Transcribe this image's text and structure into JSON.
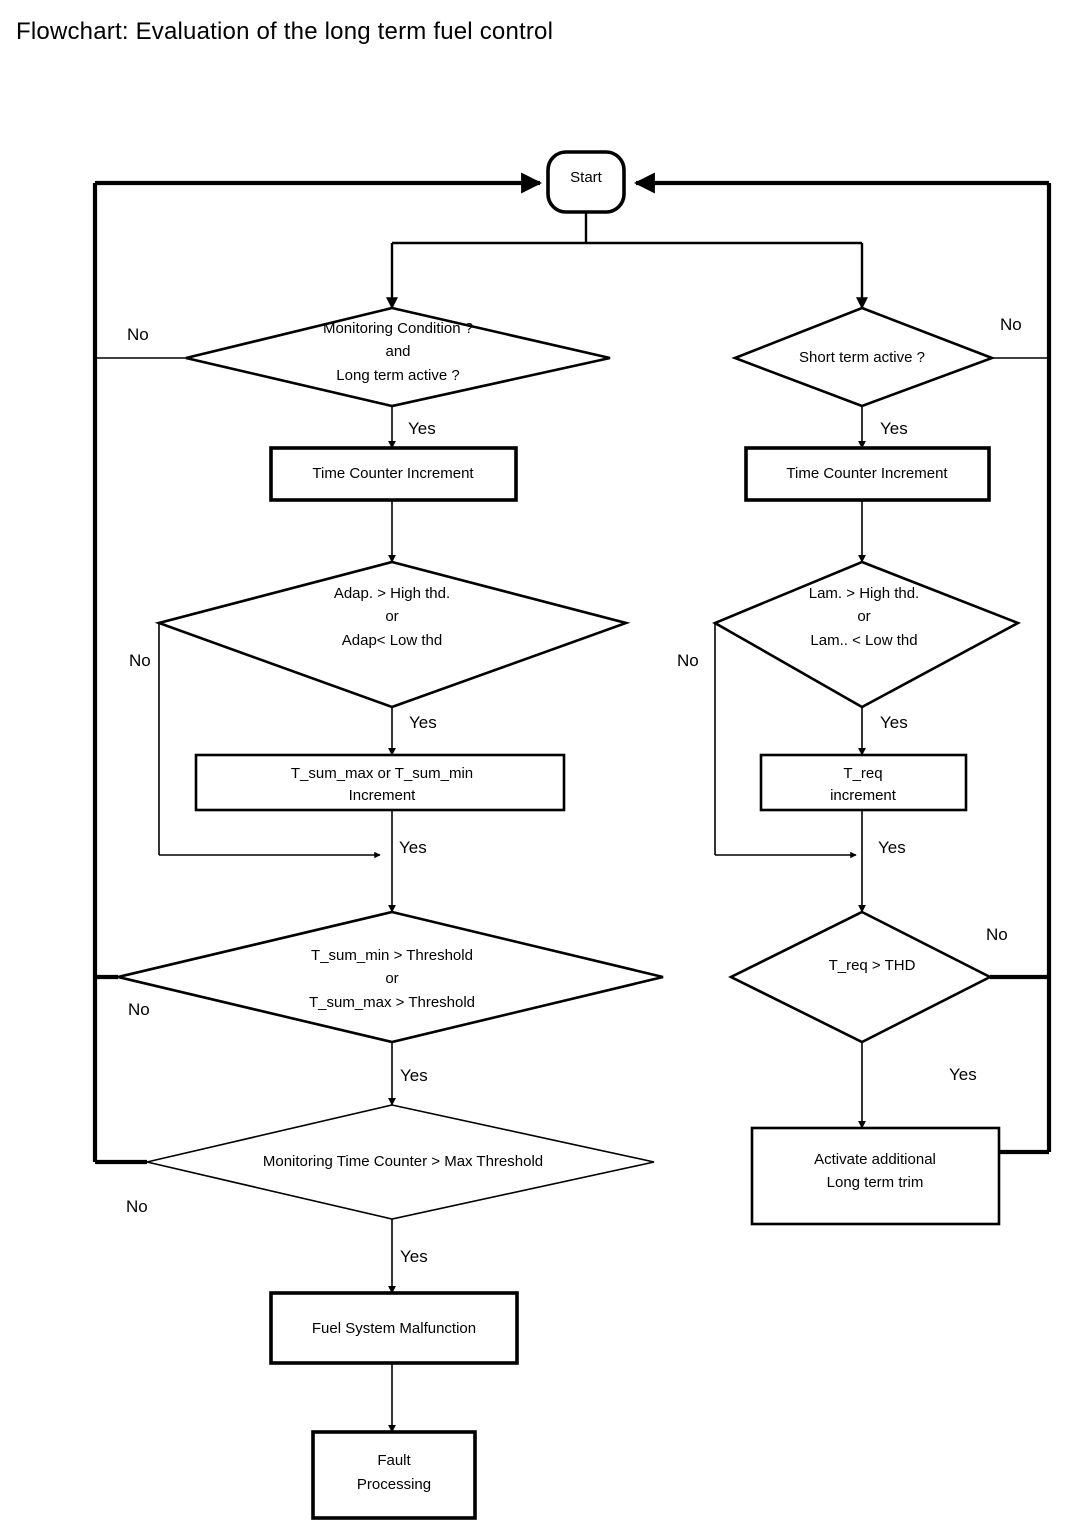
{
  "title": "Flowchart: Evaluation of the long term fuel control",
  "nodes": {
    "start": {
      "label": "Start",
      "shape": "terminator"
    },
    "left_cond": {
      "line1": "Monitoring  Condition ?",
      "line2": "and",
      "line3": "Long term active ?",
      "shape": "decision"
    },
    "right_cond": {
      "label": "Short term active ?",
      "shape": "decision"
    },
    "left_counter": {
      "label": "Time Counter Increment",
      "shape": "process"
    },
    "right_counter": {
      "label": "Time Counter Increment",
      "shape": "process"
    },
    "left_thd": {
      "line1": "Adap. > High thd.",
      "line2": "or",
      "line3": "Adap< Low thd",
      "shape": "decision"
    },
    "right_thd": {
      "line1": "Lam. > High thd.",
      "line2": "or",
      "line3": "Lam.. < Low thd",
      "shape": "decision"
    },
    "left_sum": {
      "line1": "T_sum_max or  T_sum_min",
      "line2": "Increment",
      "shape": "process"
    },
    "right_req": {
      "line1": "T_req",
      "line2": "increment",
      "shape": "process"
    },
    "left_threshold": {
      "line1": "T_sum_min > Threshold",
      "line2": "or",
      "line3": "T_sum_max > Threshold",
      "shape": "decision"
    },
    "right_threshold": {
      "label": "T_req > THD",
      "shape": "decision"
    },
    "monitoring_time": {
      "label": "Monitoring Time Counter > Max Threshold",
      "shape": "decision"
    },
    "activate_trim": {
      "line1": "Activate additional",
      "line2": "Long term trim",
      "shape": "process"
    },
    "fuel_malfunction": {
      "label": "Fuel System Malfunction",
      "shape": "process"
    },
    "fault_processing": {
      "line1": "Fault",
      "line2": "Processing",
      "shape": "process"
    }
  },
  "edge_labels": {
    "left_cond_no": "No",
    "left_cond_yes": "Yes",
    "right_cond_no": "No",
    "right_cond_yes": "Yes",
    "left_thd_no": "No",
    "left_thd_yes": "Yes",
    "left_sum_yes": "Yes",
    "right_thd_no": "No",
    "right_thd_yes": "Yes",
    "right_req_yes": "Yes",
    "left_threshold_no": "No",
    "left_threshold_yes": "Yes",
    "right_threshold_no": "No",
    "right_threshold_yes": "Yes",
    "monitoring_time_no": "No",
    "monitoring_time_yes": "Yes"
  },
  "colors": {
    "stroke": "#000000",
    "fill": "#ffffff",
    "background": "#ffffff"
  }
}
